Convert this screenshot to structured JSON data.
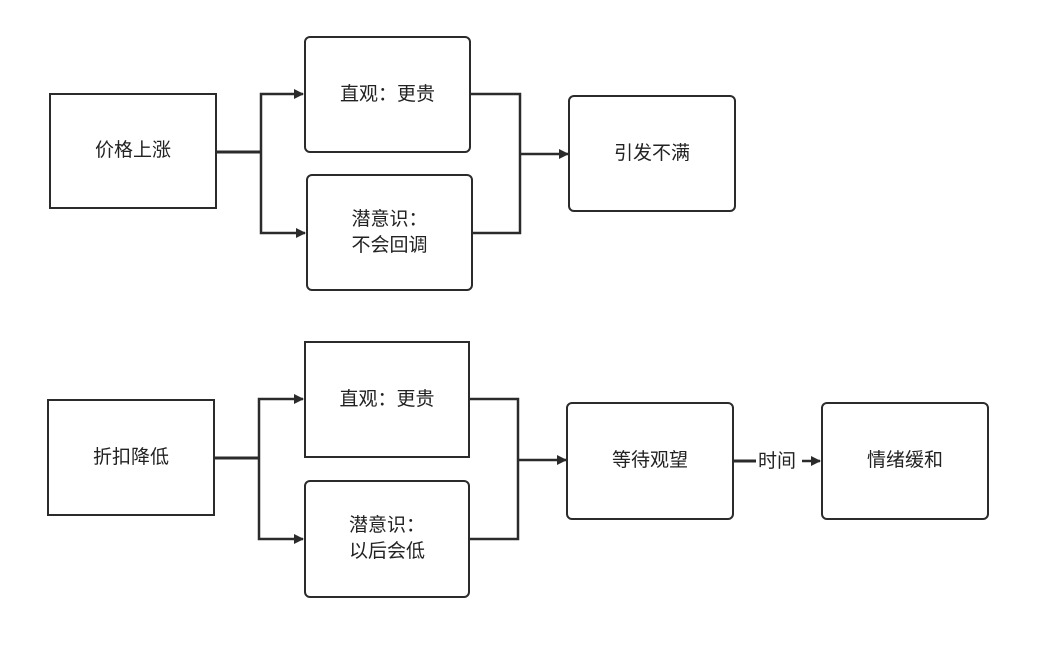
{
  "diagram": {
    "top": {
      "source": "价格上涨",
      "intuition": "直观：更贵",
      "subconscious": "潜意识：\n不会回调",
      "result": "引发不满"
    },
    "bottom": {
      "source": "折扣降低",
      "intuition": "直观：更贵",
      "subconscious": "潜意识：\n以后会低",
      "result": "等待观望",
      "edge_label": "时间",
      "final": "情绪缓和"
    }
  },
  "colors": {
    "stroke": "#2b2b2b",
    "text": "#222222",
    "background": "#ffffff"
  }
}
